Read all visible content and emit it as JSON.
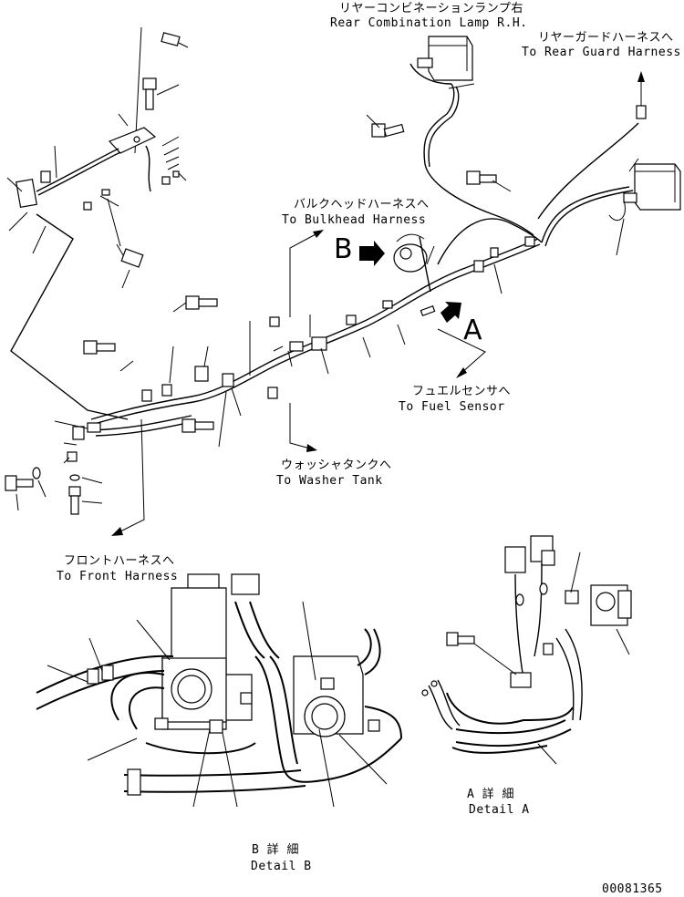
{
  "labels": {
    "rear_lamp_jp": "リヤーコンビネーションランプ右",
    "rear_lamp_en": "Rear Combination Lamp R.H.",
    "rear_guard_jp": "リヤーガードハーネスへ",
    "rear_guard_en": "To Rear Guard Harness",
    "bulkhead_jp": "バルクヘッドハーネスへ",
    "bulkhead_en": "To Bulkhead Harness",
    "fuel_sensor_jp": "フュエルセンサへ",
    "fuel_sensor_en": "To Fuel Sensor",
    "washer_tank_jp": "ウォッシャタンクへ",
    "washer_tank_en": "To Washer Tank",
    "front_harness_jp": "フロントハーネスへ",
    "front_harness_en": "To Front Harness",
    "detail_a_jp": "A 詳 細",
    "detail_a_en": "Detail A",
    "detail_b_jp": "B 詳 細",
    "detail_b_en": "Detail B",
    "marker_a": "A",
    "marker_b": "B",
    "drawing_number": "00081365"
  }
}
